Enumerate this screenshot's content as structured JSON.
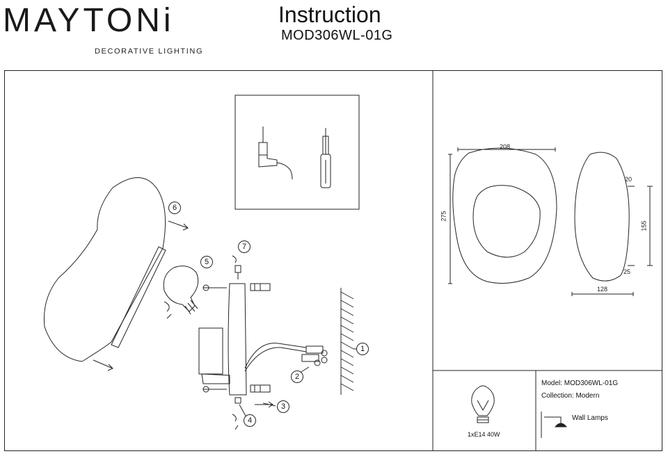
{
  "brand": {
    "name": "MAYTONi",
    "tagline": "DECORATIVE LIGHTING"
  },
  "header": {
    "title": "Instruction",
    "model_code": "MOD306WL-01G"
  },
  "dimensions": {
    "width": "208",
    "height": "275",
    "depth_top": "20",
    "side_height": "155",
    "depth_bottom": "25",
    "base_width": "128"
  },
  "callouts": [
    "1",
    "2",
    "3",
    "4",
    "5",
    "6",
    "7"
  ],
  "bulb": {
    "caption": "1xE14 40W"
  },
  "info": {
    "model_line": "Model: MOD306WL-01G",
    "collection_line": "Collection: Modern",
    "category_line": "Wall Lamps"
  },
  "colors": {
    "line": "#222222",
    "background": "#ffffff"
  }
}
